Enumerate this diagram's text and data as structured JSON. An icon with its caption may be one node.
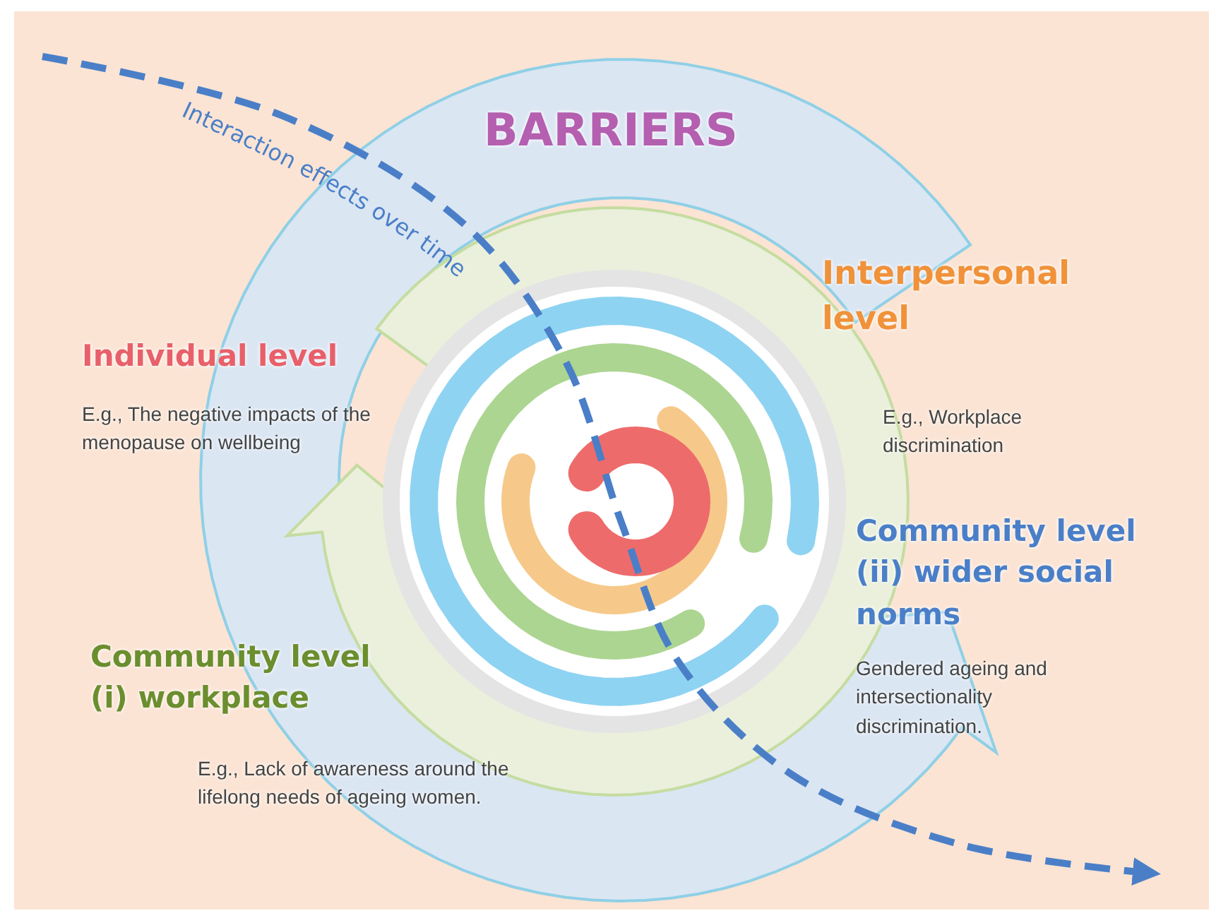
{
  "diagram": {
    "title": "BARRIERS",
    "labels": [
      "Interaction effects over time",
      "Interpersonal level",
      "E.g., Workplace discrimination",
      "Individual level",
      "E.g., The negative impacts of the menopause on wellbeing",
      "Community level (ii) wider social norms",
      "Gendered ageing and intersectionality discrimination.",
      "Community level (i) workplace",
      "E.g., Lack of awareness around the lifelong needs of ageing women."
    ]
  }
}
